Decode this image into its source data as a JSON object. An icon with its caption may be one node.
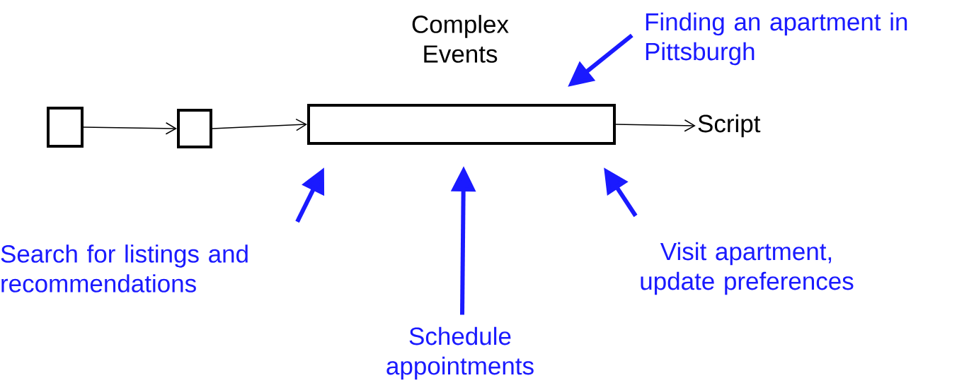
{
  "diagram": {
    "nodes": [
      {
        "text": [],
        "shape": "box"
      },
      {
        "text": [],
        "shape": "box"
      },
      {
        "text": [],
        "shape": "box",
        "beside": [
          "Complex Events"
        ]
      },
      {
        "text": [
          "Script"
        ]
      },
      {
        "text": [
          "Finding an apartment in Pittsburgh"
        ]
      },
      {
        "text": [
          "Search for listings and recommendations"
        ]
      },
      {
        "text": [
          "Schedule appointments"
        ]
      },
      {
        "text": [
          "Visit apartment, update preferences"
        ]
      }
    ],
    "edges": [
      {
        "from": 0,
        "to": 1,
        "arrow": "to",
        "color": "#000000"
      },
      {
        "from": 1,
        "to": 2,
        "arrow": "to",
        "color": "#000000"
      },
      {
        "from": 2,
        "to": 3,
        "arrow": "to",
        "color": "#000000"
      },
      {
        "from": 4,
        "to": 2,
        "arrow": "to"
      },
      {
        "from": 5,
        "to": 2,
        "arrow": "to"
      },
      {
        "from": 6,
        "to": 2,
        "arrow": "to"
      },
      {
        "from": 7,
        "to": 2,
        "arrow": "to"
      }
    ]
  }
}
